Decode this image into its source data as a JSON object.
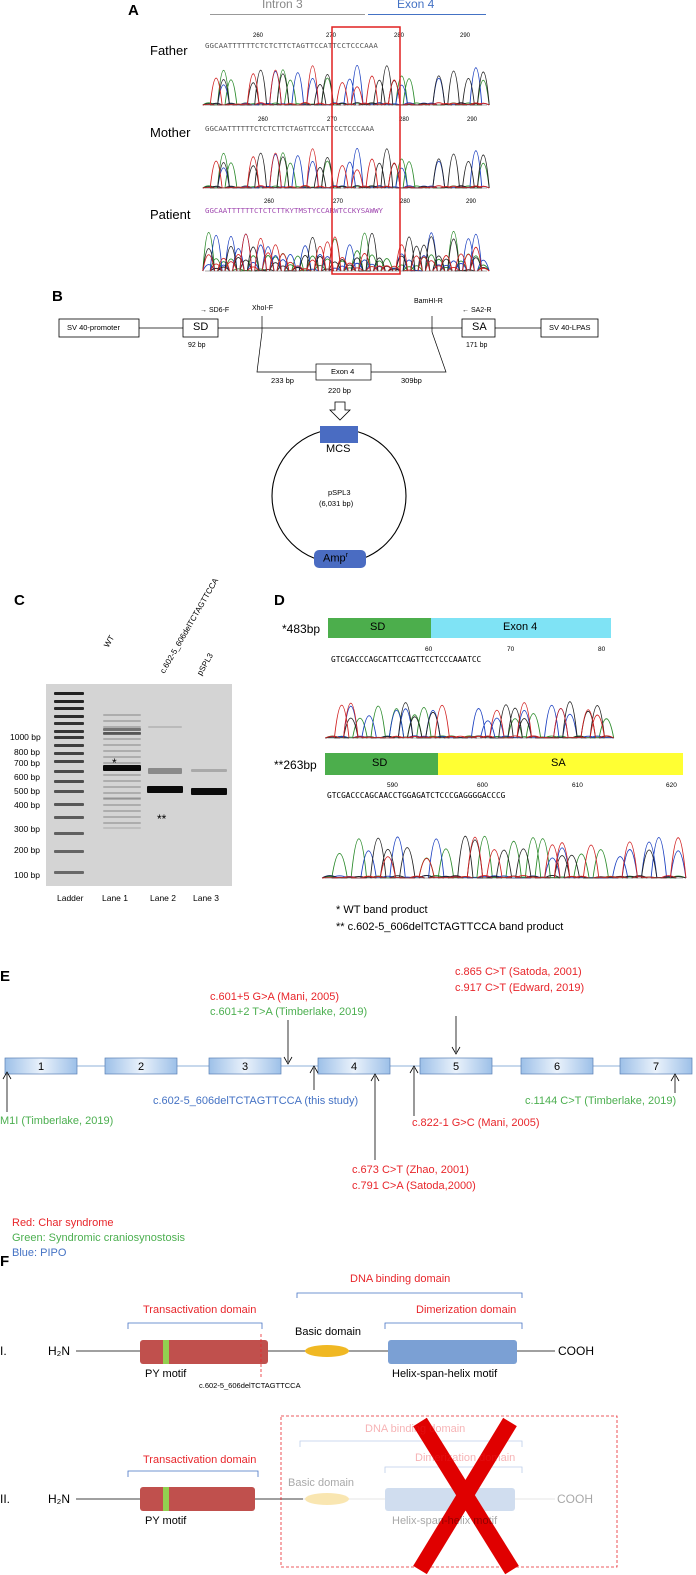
{
  "panels": {
    "a": "A",
    "b": "B",
    "c": "C",
    "d": "D",
    "e": "E",
    "f": "F"
  },
  "panel_a": {
    "region_left": "Intron 3",
    "region_right": "Exon 4",
    "rows": [
      {
        "label": "Father",
        "sequence": "GGCAATTTTTTCTCTCTTCTAGTTCCATTCCTCCCAAA",
        "ticks": [
          "260",
          "270",
          "280",
          "290"
        ]
      },
      {
        "label": "Mother",
        "sequence": "GGCAATTTTTTCTCTCTTCTAGTTCCATTCCTCCCAAA",
        "ticks": [
          "260",
          "270",
          "280",
          "290"
        ]
      },
      {
        "label": "Patient",
        "sequence": "GGCAATTTTTTCTCTCTTKYTMSTYCCARWTCCKYSAWWY",
        "ticks": [
          "260",
          "270",
          "280",
          "290"
        ]
      }
    ]
  },
  "panel_b": {
    "promoter": "SV 40-promoter",
    "sd": "SD",
    "sd_primer": "→ SD6-F",
    "sd_size": "92 bp",
    "xhoi": "XhoI-F",
    "bamhi": "BamHI-R",
    "sa": "SA",
    "sa_primer": "← SA2-R",
    "sa_size": "171 bp",
    "lpas": "SV 40-LPAS",
    "intron_left": "233 bp",
    "exon": "Exon 4",
    "exon_size": "220 bp",
    "intron_right": "309bp",
    "mcs": "MCS",
    "plasmid": "pSPL3",
    "plasmid_size": "(6,031 bp)",
    "amp": "Amp",
    "amp_sup": "r"
  },
  "panel_c": {
    "col_labels": [
      "WT",
      "c.602-5_606delTCTAGTTCCA",
      "pSPL3"
    ],
    "ladder": [
      "1000 bp",
      "800 bp",
      "700 bp",
      "600 bp",
      "500 bp",
      "400 bp",
      "300 bp",
      "200 bp",
      "100 bp"
    ],
    "lanes": [
      "Ladder",
      "Lane 1",
      "Lane 2",
      "Lane 3"
    ],
    "star1": "*",
    "star2": "**"
  },
  "panel_d": {
    "row1": {
      "tag": "*483bp",
      "left": "SD",
      "right": "Exon 4",
      "seq": "GTCGACCCAGCATTCCAGTTCCTCCCAAATCC",
      "ticks": [
        "60",
        "70",
        "80"
      ]
    },
    "row2": {
      "tag": "**263bp",
      "left": "SD",
      "right": "SA",
      "seq": "GTCGACCCAGCAACCTGGAGATCTCCCGAGGGGACCCG",
      "ticks": [
        "590",
        "600",
        "610",
        "620"
      ]
    },
    "legend1": "*   WT band product",
    "legend2": "** c.602-5_606delTCTAGTTCCA band product",
    "colors": {
      "sd": "#4cae4c",
      "exon4": "#7fe3f5",
      "sa": "#ffff33"
    }
  },
  "panel_e": {
    "exons": [
      "1",
      "2",
      "3",
      "4",
      "5",
      "6",
      "7"
    ],
    "ann_top1a": "c.601+5 G>A (Mani, 2005)",
    "ann_top1b": "c.601+2 T>A (Timberlake, 2019)",
    "ann_top2a": "c.865 C>T (Satoda, 2001)",
    "ann_top2b": "c.917 C>T (Edward, 2019)",
    "ann_m1i": "M1I (Timberlake, 2019)",
    "ann_study": "c.602-5_606delTCTAGTTCCA (this study)",
    "ann_822": "c.822-1 G>C (Mani, 2005)",
    "ann_1144": "c.1144 C>T (Timberlake, 2019)",
    "ann_673": "c.673 C>T (Zhao, 2001)",
    "ann_791": "c.791 C>A (Satoda,2000)",
    "legend_red": "Red: Char syndrome",
    "legend_green": "Green: Syndromic craniosynostosis",
    "legend_blue": "Blue: PIPO",
    "colors": {
      "red": "#e8262b",
      "green": "#4caf50",
      "blue": "#4472c4"
    }
  },
  "panel_f": {
    "row1": {
      "roman": "I.",
      "h2n": "H₂N",
      "cooh": "COOH",
      "dna": "DNA binding domain",
      "trans": "Transactivation domain",
      "dimer": "Dimerization domain",
      "basic": "Basic domain",
      "py": "PY motif",
      "hsh": "Helix-span-helix motif",
      "cut": "c.602-5_606delTCTAGTTCCA"
    },
    "row2": {
      "roman": "II.",
      "h2n": "H₂N",
      "cooh": "COOH",
      "dna": "DNA binding domain",
      "trans": "Transactivation domain",
      "dimer": "Dimerization domain",
      "basic": "Basic domain",
      "py": "PY motif",
      "hsh": "Helix-span-helix motif"
    }
  }
}
